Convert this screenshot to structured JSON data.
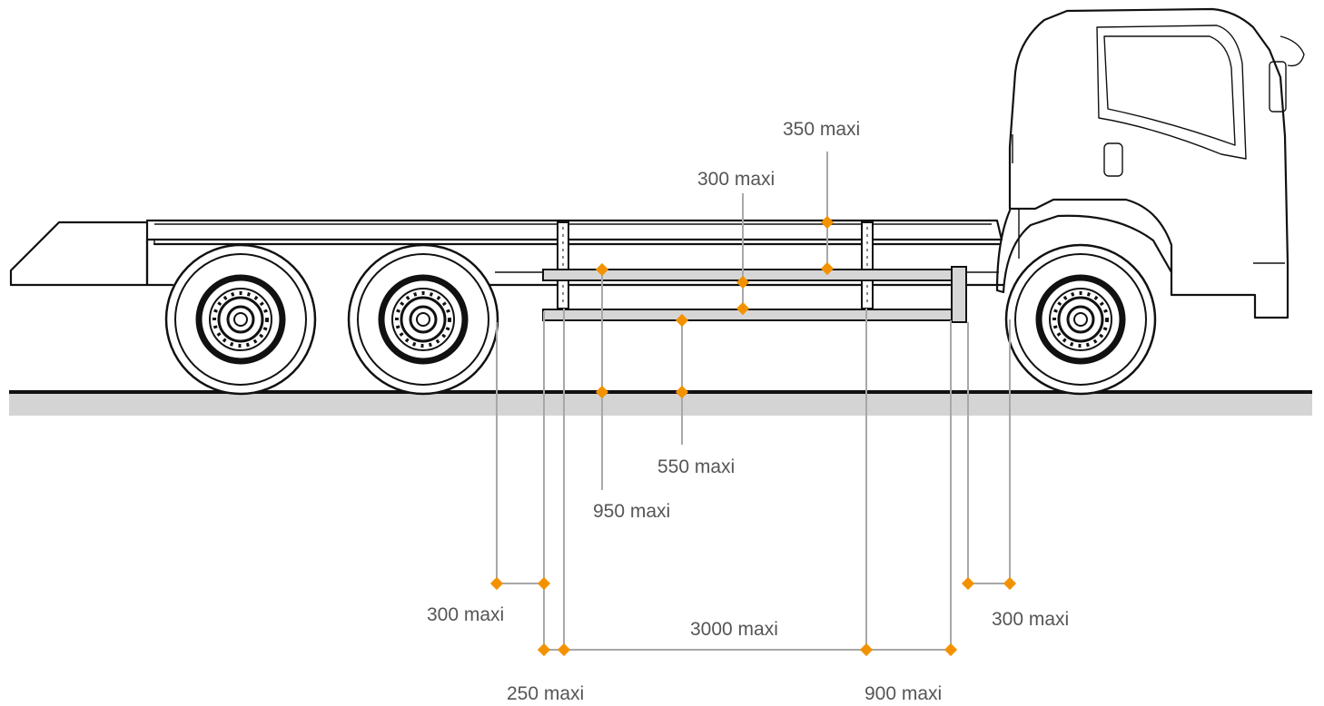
{
  "colors": {
    "marker": "#f39200",
    "dimension_line": "#a8a8a8",
    "ground_band": "#d4d4d4",
    "outline": "#111111",
    "label": "#555555"
  },
  "icons": [
    "truck-side-view-drawing",
    "diamond-dimension-marker"
  ],
  "dimensions": {
    "top_350": "350 maxi",
    "top_300": "300 maxi",
    "mid_550": "550 maxi",
    "mid_950": "950 maxi",
    "left_300": "300 maxi",
    "center_3000": "3000 maxi",
    "right_300": "300 maxi",
    "bottom_250": "250 maxi",
    "bottom_900": "900 maxi"
  }
}
